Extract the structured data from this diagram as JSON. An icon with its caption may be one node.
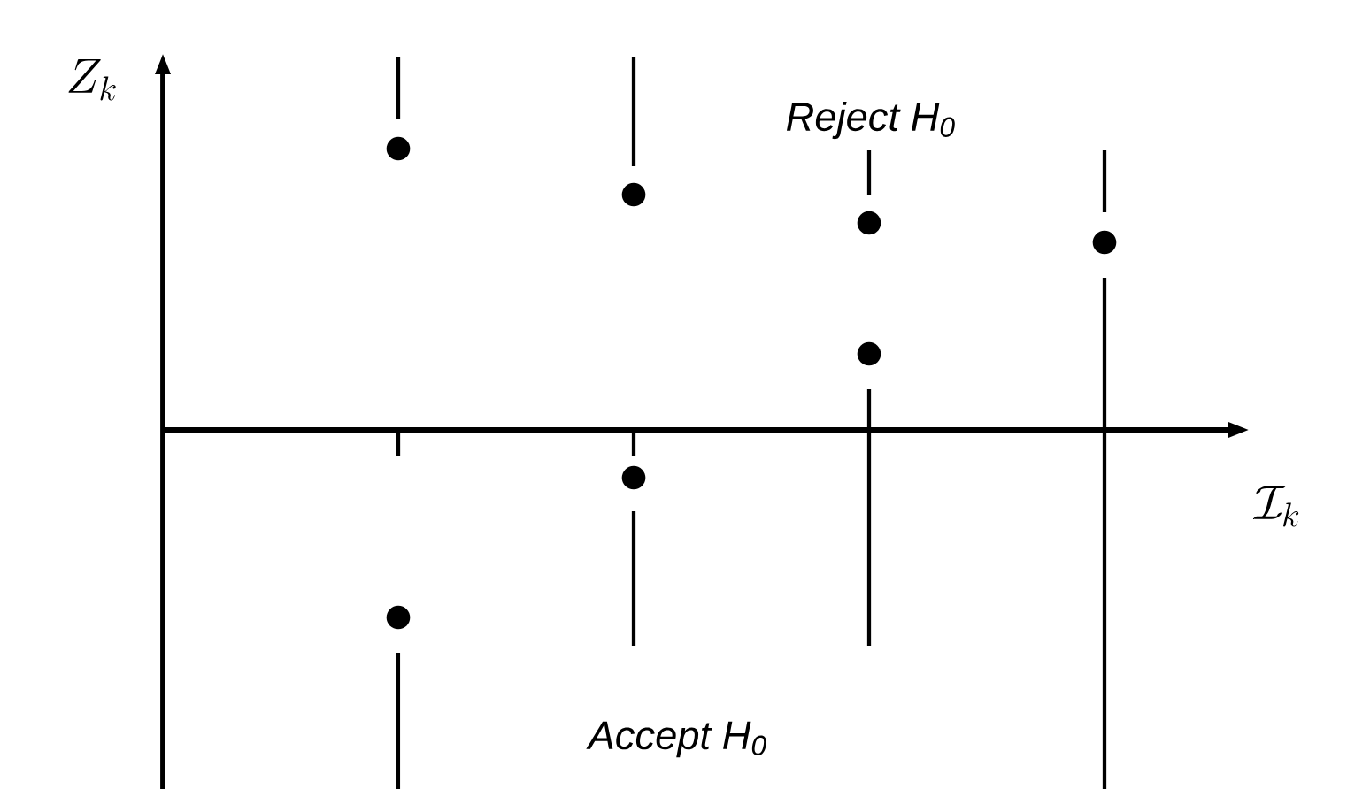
{
  "diagram": {
    "labels": [
      "Z_k",
      "Reject H$_{0}$",
      "\\mathcal{I}_k",
      "Accept H$_{0}$"
    ]
  }
}
